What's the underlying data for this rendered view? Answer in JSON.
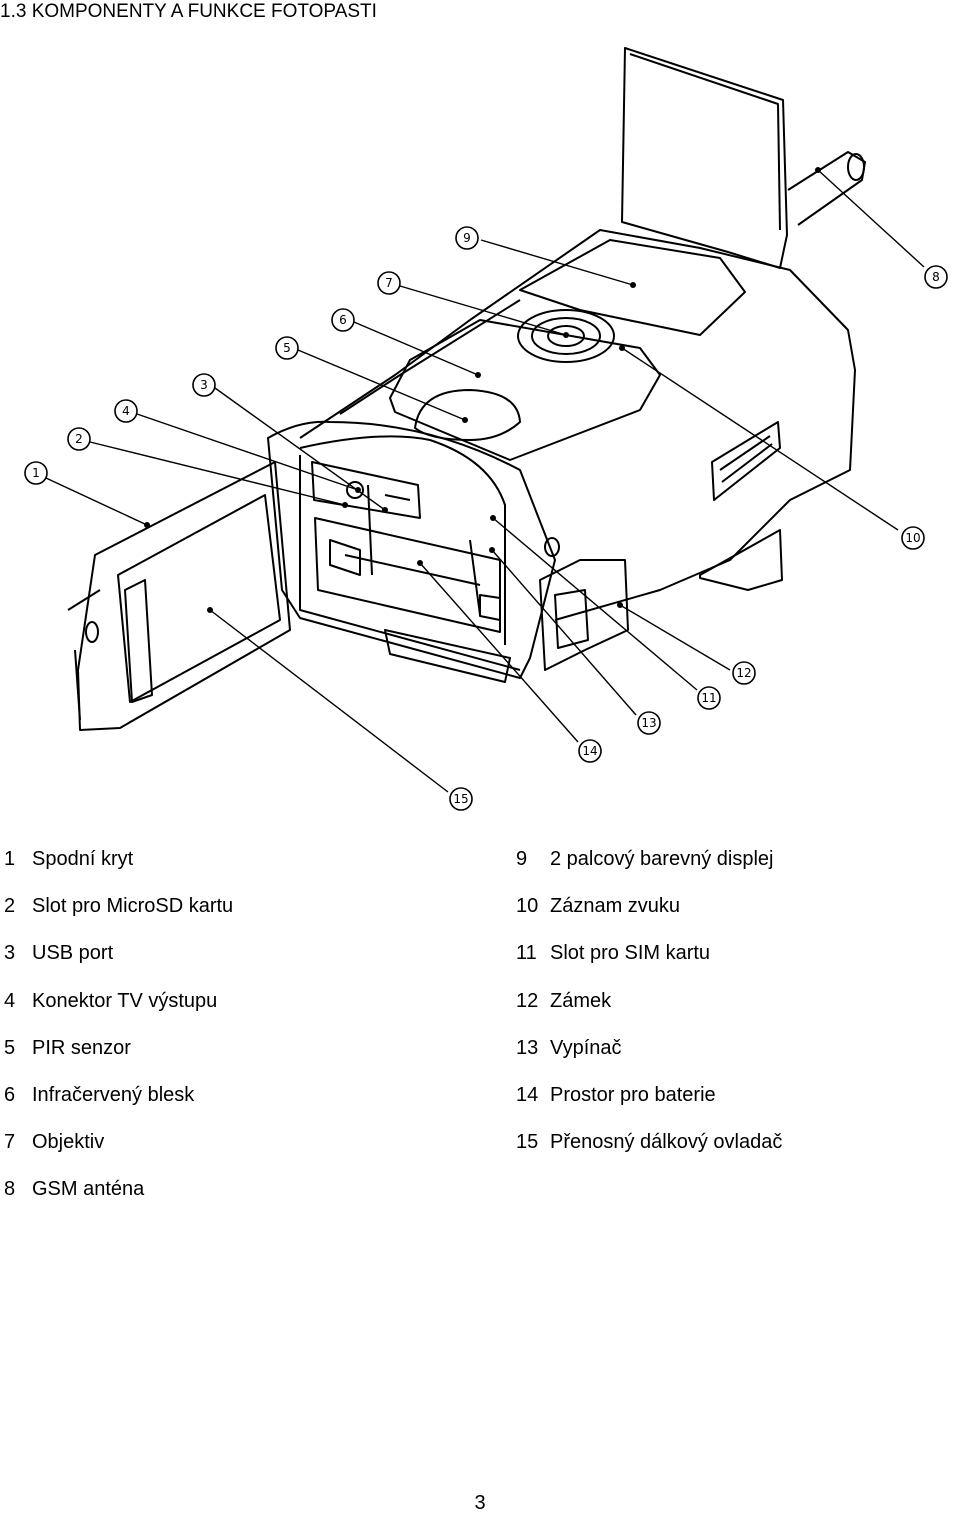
{
  "heading": "1.3 KOMPONENTY A FUNKCE FOTOPASTI",
  "figure": {
    "callouts": [
      "1",
      "2",
      "3",
      "4",
      "5",
      "6",
      "7",
      "8",
      "9",
      "10",
      "11",
      "12",
      "13",
      "14",
      "15"
    ]
  },
  "legend": {
    "left": [
      {
        "num": "1",
        "label": "Spodní kryt"
      },
      {
        "num": "2",
        "label": "Slot pro MicroSD kartu"
      },
      {
        "num": "3",
        "label": "USB port"
      },
      {
        "num": "4",
        "label": "Konektor TV výstupu"
      },
      {
        "num": "5",
        "label": "PIR senzor"
      },
      {
        "num": "6",
        "label": "Infračervený blesk"
      },
      {
        "num": "7",
        "label": "Objektiv"
      },
      {
        "num": "8",
        "label": "GSM anténa"
      }
    ],
    "right": [
      {
        "num": "9",
        "label": "2 palcový barevný displej"
      },
      {
        "num": "10",
        "label": "Záznam zvuku"
      },
      {
        "num": "11",
        "label": "Slot pro SIM kartu"
      },
      {
        "num": "12",
        "label": "Zámek"
      },
      {
        "num": "13",
        "label": "Vypínač"
      },
      {
        "num": "14",
        "label": "Prostor pro baterie"
      },
      {
        "num": "15",
        "label": "Přenosný dálkový ovladač"
      }
    ]
  },
  "page_number": "3"
}
